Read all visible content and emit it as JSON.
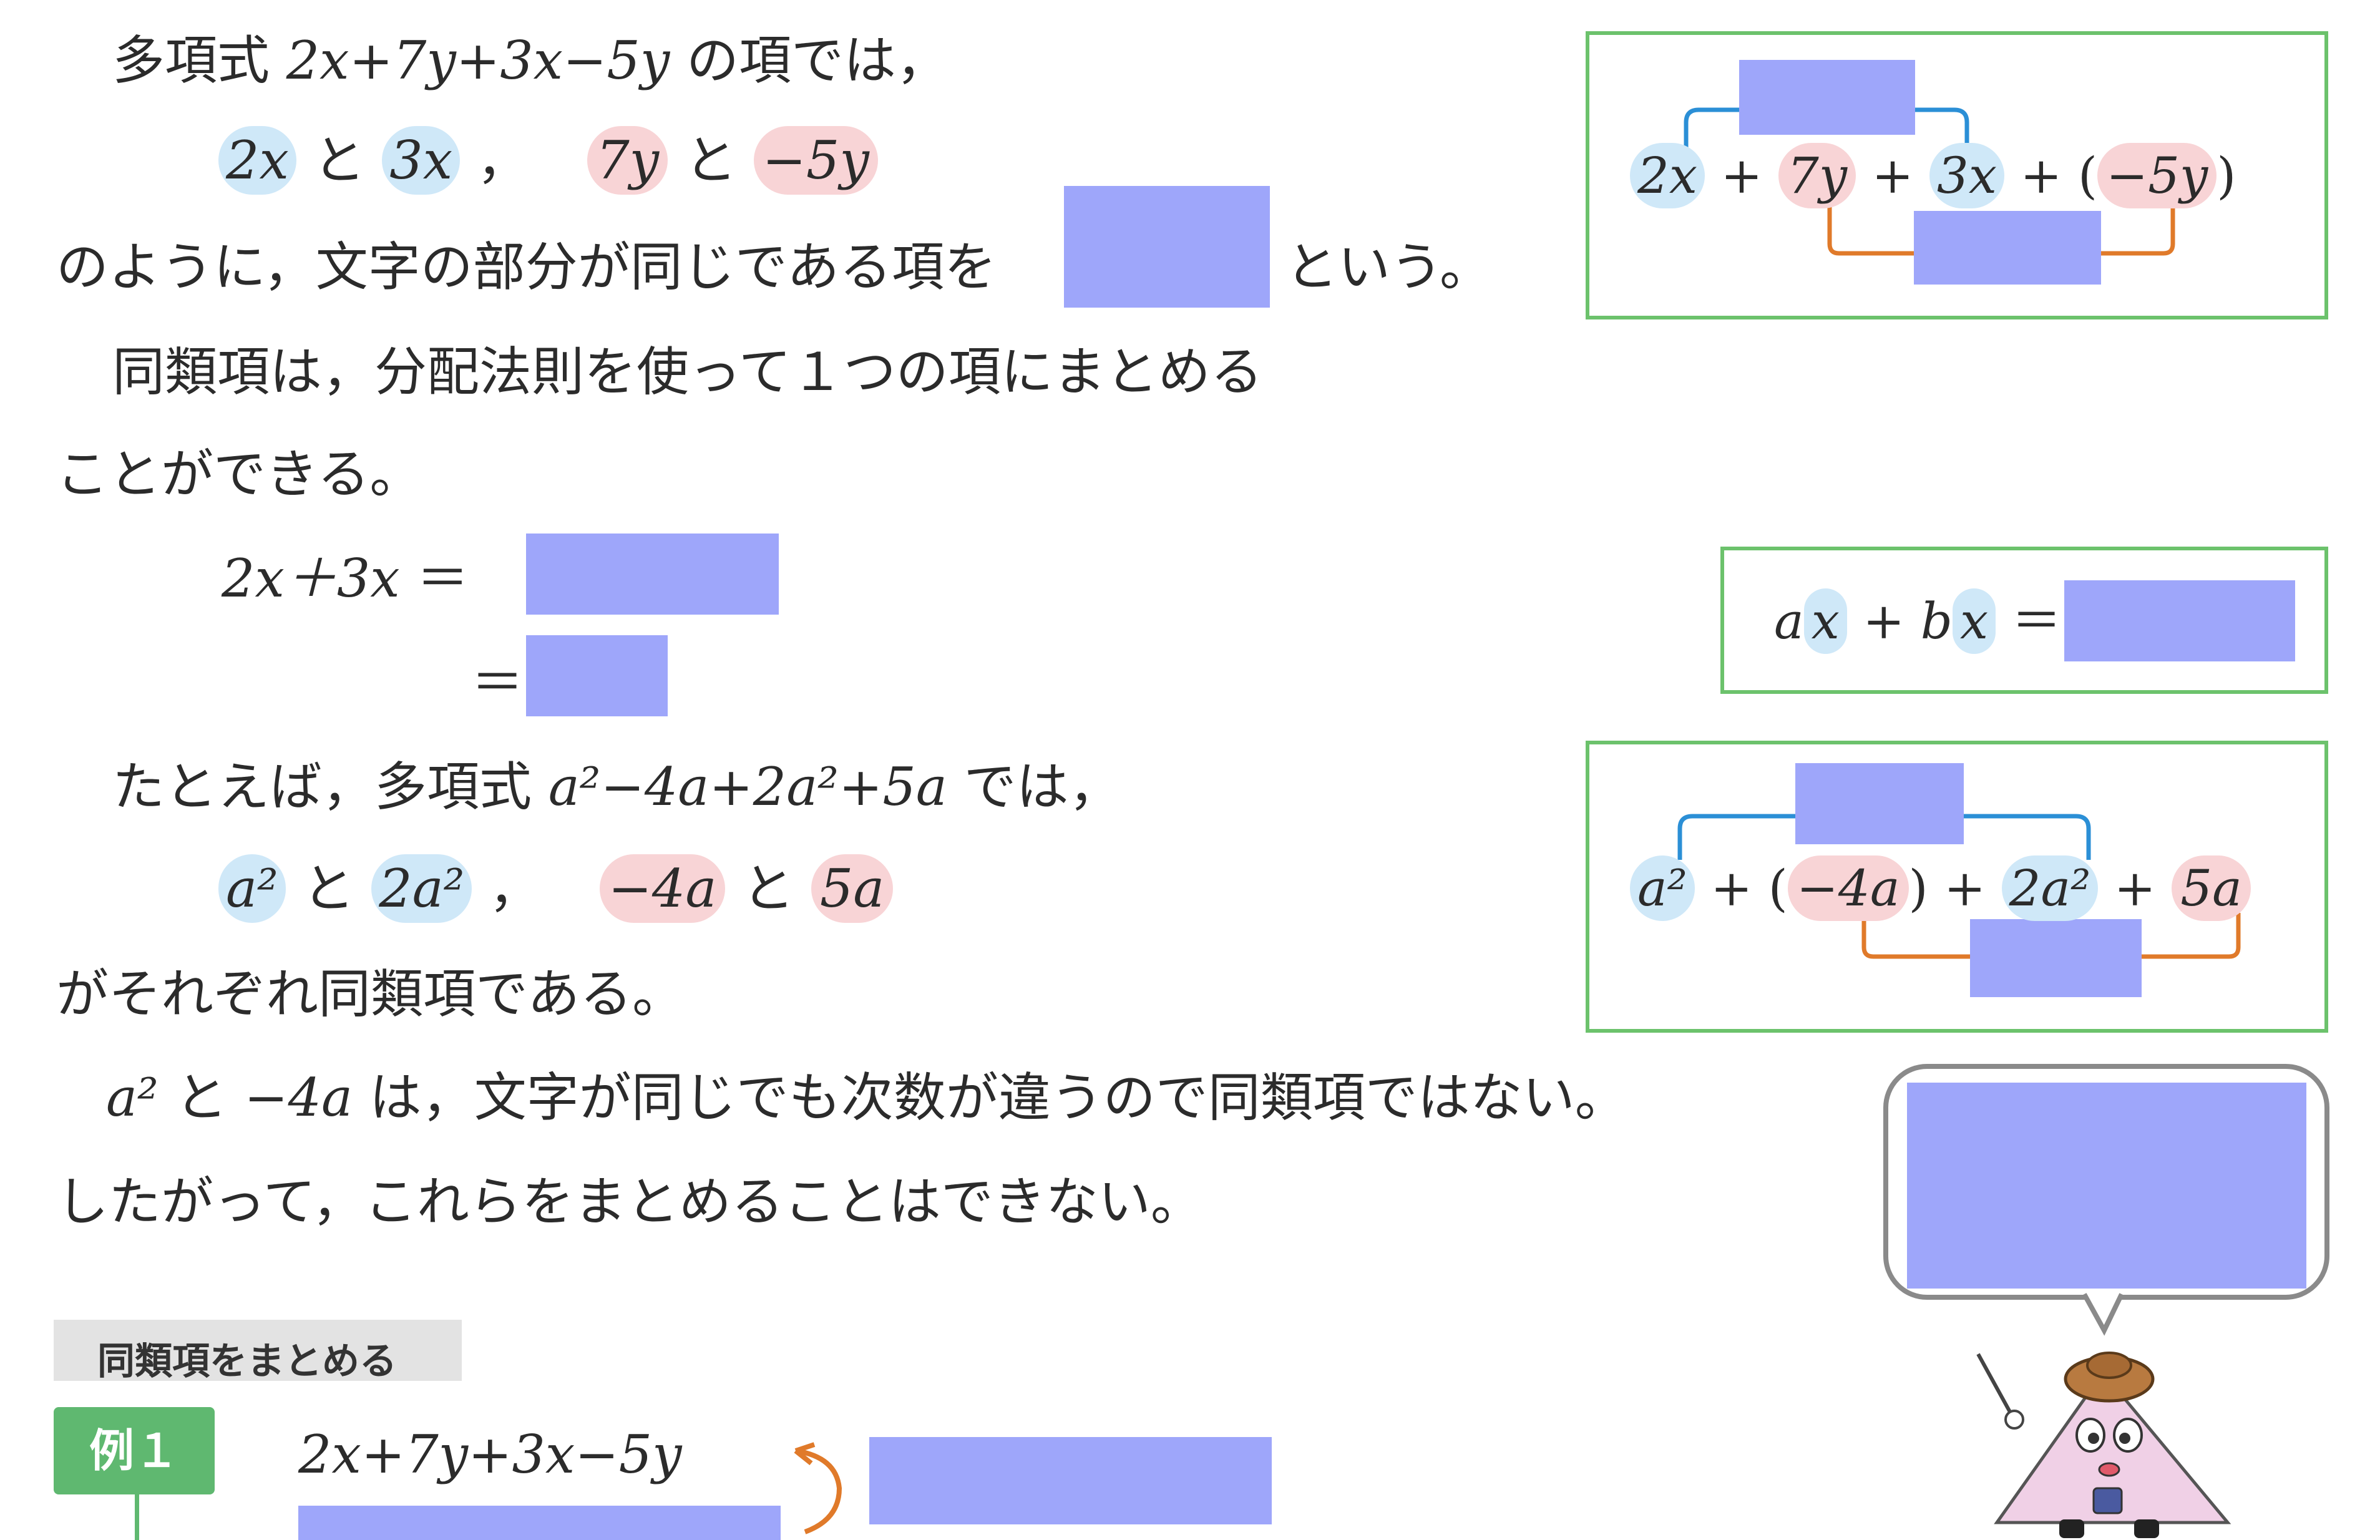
{
  "para1": {
    "prefix": "多項式",
    "polynomial": "2x+7y+3x−5y",
    "suffix": "の項では，"
  },
  "pairs1": {
    "a": "2x",
    "to1": "と",
    "b": "3x",
    "sep": "，",
    "c": "7y",
    "to2": "と",
    "d": "−5y"
  },
  "para2": {
    "text": "のように，文字の部分が同じである項を",
    "tail": "という。"
  },
  "para3": {
    "line1": "同類項は，分配法則を使って１つの項にまとめる",
    "line2": "ことができる。"
  },
  "eq1": {
    "lhs": "2x＋3x",
    "eq": "＝",
    "eq2": "＝"
  },
  "para4": {
    "text": "たとえば，多項式",
    "polynomial": "a²−4a+2a²+5a",
    "suffix": "では，"
  },
  "pairs2": {
    "a": "a²",
    "to1": "と",
    "b": "2a²",
    "sep": "，",
    "c": "−4a",
    "to2": "と",
    "d": "5a"
  },
  "para5": {
    "text": "がそれぞれ同類項である。"
  },
  "para6": {
    "a": "a²",
    "mid": "と",
    "b": "−4a",
    "text": "は，文字が同じでも次数が違うので同類項ではない。"
  },
  "para7": {
    "text": "したがって，これらをまとめることはできない。"
  },
  "box1": {
    "t1": "2x",
    "p1": "+",
    "t2": "7y",
    "p2": "+",
    "t3": "3x",
    "p3": "+",
    "lp": "(",
    "t4": "−5y",
    "rp": ")"
  },
  "box2": {
    "a": "a",
    "x1": "x",
    "plus": "+",
    "b": "b",
    "x2": "x",
    "eq": "＝"
  },
  "box3": {
    "t1": "a²",
    "p1": "+",
    "lp": "(",
    "t2": "−4a",
    "rp": ")",
    "p2": "+",
    "t3": "2a²",
    "p3": "+",
    "t4": "5a"
  },
  "section": {
    "label": "同類項をまとめる"
  },
  "example": {
    "label": "例１",
    "expr": "2x+7y+3x−5y"
  },
  "colors": {
    "frame": "#6cc26c",
    "blank": "#9ea6fa",
    "blue_hl": "#cfe8f8",
    "pink_hl": "#f8d4d6",
    "blue_line": "#2b8fd6",
    "orange_line": "#e07a2a",
    "tag_bg": "#e3e3e3",
    "example_bg": "#5fb870"
  }
}
